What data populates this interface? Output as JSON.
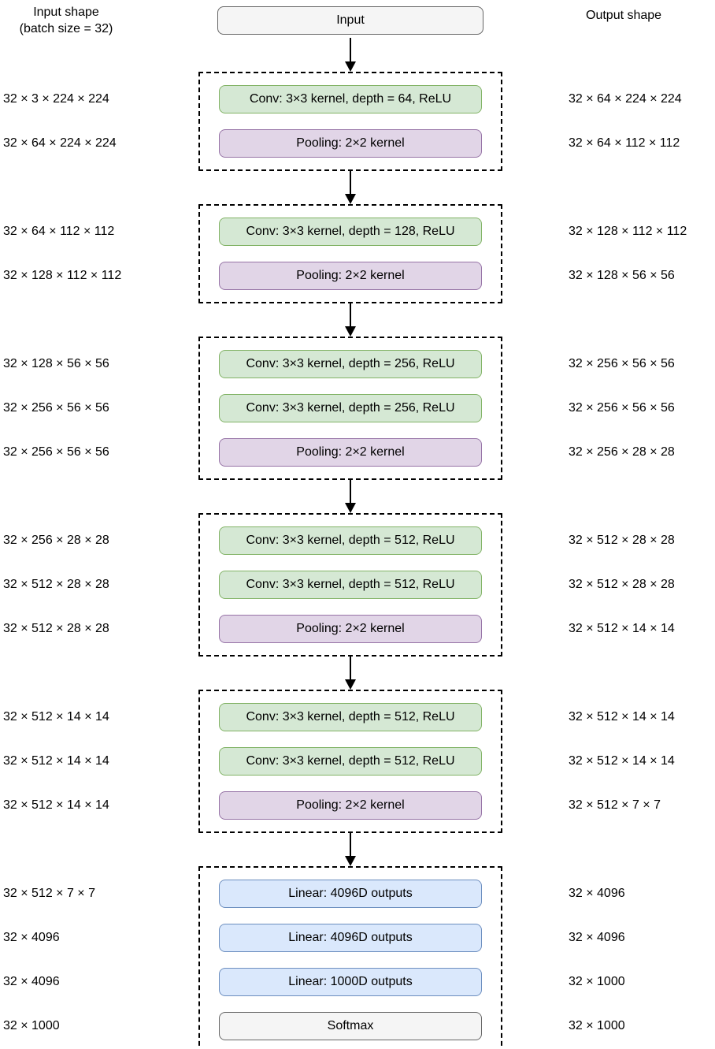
{
  "header": {
    "input_shape_heading_line1": "Input shape",
    "input_shape_heading_line2": "(batch size = 32)",
    "input_box_label": "Input",
    "output_shape_heading": "Output shape"
  },
  "colors": {
    "conv_fill": "#d5e8d4",
    "conv_stroke": "#82b366",
    "pool_fill": "#e1d5e7",
    "pool_stroke": "#9673a6",
    "linear_fill": "#dae8fc",
    "linear_stroke": "#6c8ebf",
    "io_fill": "#f5f5f5",
    "io_stroke": "#666666",
    "text": "#000000",
    "border": "#000000"
  },
  "blocks": [
    {
      "layers": [
        {
          "type": "conv",
          "label": "Conv: 3×3 kernel, depth = 64, ReLU",
          "input": "32 × 3 × 224 × 224",
          "output": "32 × 64 × 224 × 224"
        },
        {
          "type": "pool",
          "label": "Pooling: 2×2 kernel",
          "input": "32 × 64 × 224 × 224",
          "output": "32 × 64 × 112 × 112"
        }
      ]
    },
    {
      "layers": [
        {
          "type": "conv",
          "label": "Conv: 3×3 kernel, depth = 128, ReLU",
          "input": "32 × 64 × 112 × 112",
          "output": "32 × 128 × 112 × 112"
        },
        {
          "type": "pool",
          "label": "Pooling: 2×2 kernel",
          "input": "32 × 128 × 112 × 112",
          "output": "32 × 128 × 56 × 56"
        }
      ]
    },
    {
      "layers": [
        {
          "type": "conv",
          "label": "Conv: 3×3 kernel, depth = 256, ReLU",
          "input": "32 × 128 × 56 × 56",
          "output": "32 × 256 × 56 × 56"
        },
        {
          "type": "conv",
          "label": "Conv: 3×3 kernel, depth = 256, ReLU",
          "input": "32 × 256 × 56 × 56",
          "output": "32 × 256 × 56 × 56"
        },
        {
          "type": "pool",
          "label": "Pooling: 2×2 kernel",
          "input": "32 × 256 × 56 × 56",
          "output": "32 × 256 × 28 × 28"
        }
      ]
    },
    {
      "layers": [
        {
          "type": "conv",
          "label": "Conv: 3×3 kernel, depth = 512, ReLU",
          "input": "32 × 256 × 28 × 28",
          "output": "32 × 512 × 28 × 28"
        },
        {
          "type": "conv",
          "label": "Conv: 3×3 kernel, depth = 512, ReLU",
          "input": "32 × 512 × 28 × 28",
          "output": "32 × 512 × 28 × 28"
        },
        {
          "type": "pool",
          "label": "Pooling: 2×2 kernel",
          "input": "32 × 512 × 28 × 28",
          "output": "32 × 512 × 14 × 14"
        }
      ]
    },
    {
      "layers": [
        {
          "type": "conv",
          "label": "Conv: 3×3 kernel, depth = 512, ReLU",
          "input": "32 × 512 × 14 × 14",
          "output": "32 × 512 × 14 × 14"
        },
        {
          "type": "conv",
          "label": "Conv: 3×3 kernel, depth = 512, ReLU",
          "input": "32 × 512 × 14 × 14",
          "output": "32 × 512 × 14 × 14"
        },
        {
          "type": "pool",
          "label": "Pooling: 2×2 kernel",
          "input": "32 × 512 × 14 × 14",
          "output": "32 × 512 × 7 × 7"
        }
      ]
    },
    {
      "layers": [
        {
          "type": "linear",
          "label": "Linear: 4096D outputs",
          "input": "32 × 512 × 7 × 7",
          "output": "32 × 4096"
        },
        {
          "type": "linear",
          "label": "Linear: 4096D outputs",
          "input": "32 × 4096",
          "output": "32 × 4096"
        },
        {
          "type": "linear",
          "label": "Linear: 1000D outputs",
          "input": "32 × 4096",
          "output": "32 × 1000"
        },
        {
          "type": "io",
          "label": "Softmax",
          "input": "32 × 1000",
          "output": "32 × 1000"
        }
      ]
    }
  ]
}
